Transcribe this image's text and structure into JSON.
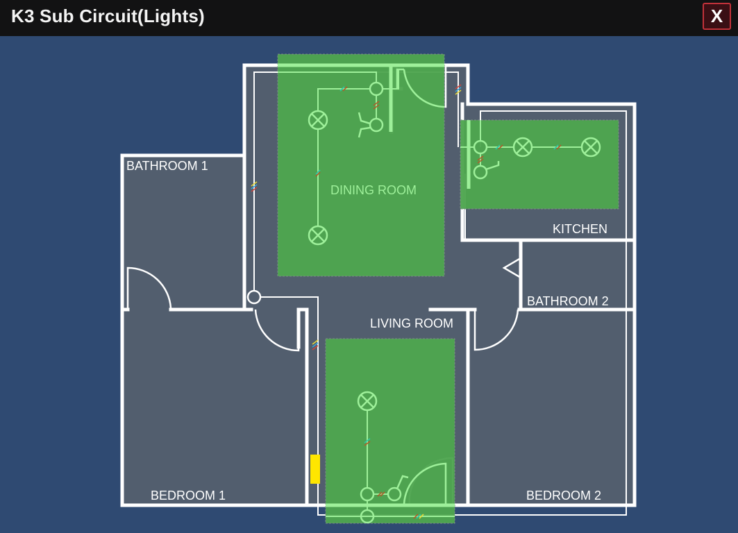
{
  "window": {
    "title": "K3 Sub Circuit(Lights)",
    "close_label": "X"
  },
  "colors": {
    "background": "#2f4a72",
    "titlebar": "#121213",
    "floor": "#525e6e",
    "wall": "#ffffff",
    "highlight": "#4ea64f",
    "circuit": "#9ef09a",
    "close_border": "#c2323a",
    "panel": "#ffe600"
  },
  "rooms": {
    "bathroom1": "BATHROOM 1",
    "dining": "DINING ROOM",
    "kitchen": "KITCHEN",
    "bathroom2": "BATHROOM 2",
    "living": "LIVING ROOM",
    "bedroom1": "BEDROOM 1",
    "bedroom2": "BEDROOM 2"
  },
  "circuit": {
    "name": "K3",
    "type": "Lights",
    "highlighted_rooms": [
      "DINING ROOM",
      "KITCHEN",
      "LIVING ROOM"
    ]
  }
}
